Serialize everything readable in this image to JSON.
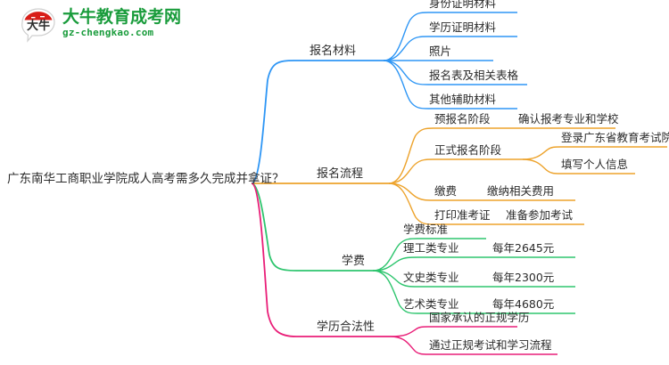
{
  "logo": {
    "mark_alt": "daniu-logo-icon",
    "title": "大牛教育成考网",
    "subtitle": "gz-chengkao.com",
    "brand_color": "#1a9c3c",
    "mark_color": "#d81e18"
  },
  "mindmap": {
    "root": {
      "label": "广东南华工商职业学院成人高考需多久完成并拿证？"
    },
    "branches": [
      {
        "label": "报名材料",
        "color": "#2e96f5",
        "children": [
          {
            "label": "身份证明材料",
            "children": []
          },
          {
            "label": "学历证明材料",
            "children": []
          },
          {
            "label": "照片",
            "children": []
          },
          {
            "label": "报名表及相关表格",
            "children": []
          },
          {
            "label": "其他辅助材料",
            "children": []
          }
        ]
      },
      {
        "label": "报名流程",
        "color": "#eda32c",
        "children": [
          {
            "label": "预报名阶段",
            "children": [
              {
                "label": "确认报考专业和学校"
              }
            ]
          },
          {
            "label": "正式报名阶段",
            "children": [
              {
                "label": "登录广东省教育考试院官网"
              },
              {
                "label": "填写个人信息"
              }
            ]
          },
          {
            "label": "缴费",
            "children": [
              {
                "label": "缴纳相关费用"
              }
            ]
          },
          {
            "label": "打印准考证",
            "children": [
              {
                "label": "准备参加考试"
              }
            ]
          }
        ]
      },
      {
        "label": "学费",
        "color": "#2ec56e",
        "children": [
          {
            "label": "学费标准",
            "children": []
          },
          {
            "label": "理工类专业",
            "children": [
              {
                "label": "每年2645元"
              }
            ]
          },
          {
            "label": "文史类专业",
            "children": [
              {
                "label": "每年2300元"
              }
            ]
          },
          {
            "label": "艺术类专业",
            "children": [
              {
                "label": "每年4680元"
              }
            ]
          }
        ]
      },
      {
        "label": "学历合法性",
        "color": "#e91e78",
        "children": [
          {
            "label": "国家承认的正规学历",
            "children": []
          },
          {
            "label": "通过正规考试和学习流程",
            "children": []
          }
        ]
      }
    ]
  }
}
